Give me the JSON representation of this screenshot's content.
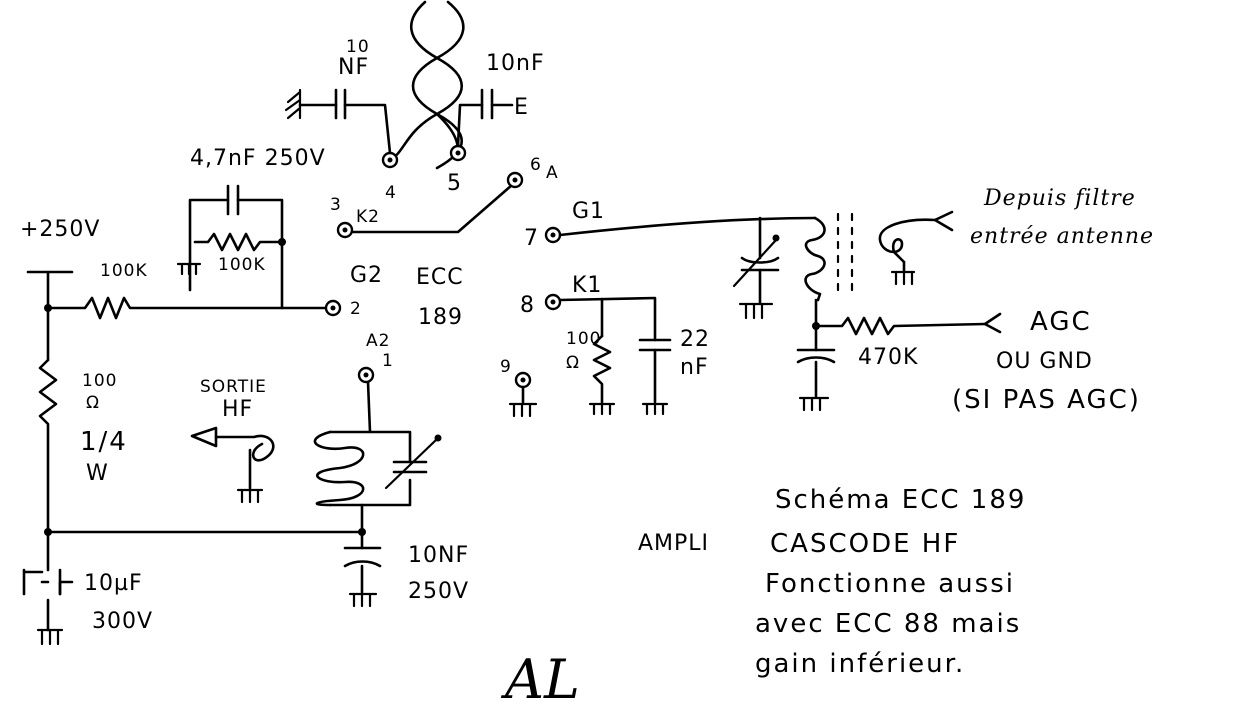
{
  "supply": {
    "voltage": "+250V"
  },
  "resistors": {
    "r_100k_series": "100K",
    "r_100k_feedback": "100K",
    "r_100_value": "100",
    "r_100_unit": "Ω",
    "r_100_power": "1/4",
    "r_100_power_unit": "W",
    "r_cathode_value": "100",
    "r_cathode_unit": "Ω",
    "r_agc": "470K"
  },
  "capacitors": {
    "c_10nf_top_value": "10",
    "c_10nf_top_unit": "NF",
    "c_10nf_right": "10nF",
    "c_47nf": "4,7nF 250V",
    "c_22nf_value": "22",
    "c_22nf_unit": "nF",
    "c_10nf_bottom_value": "10NF",
    "c_10nf_bottom_voltage": "250V",
    "c_10uf_value": "10µF",
    "c_10uf_voltage": "300V"
  },
  "tube": {
    "line1": "ECC",
    "line2": "189"
  },
  "pins": {
    "p1": "A2",
    "p1_num": "1",
    "p2": "G2",
    "p2_num": "2",
    "p3": "K2",
    "p3_num": "3",
    "p4_num": "4",
    "p5_num": "5",
    "p6": "A",
    "p6_num": "6",
    "p7": "G1",
    "p7_num": "7",
    "p8": "K1",
    "p8_num": "8",
    "p9_num": "9"
  },
  "io": {
    "output_line1": "SORTIE",
    "output_line2": "HF",
    "input_line1": "Depuis filtre",
    "input_line2": "entrée antenne",
    "agc_line1": "AGC",
    "agc_line2": "OU GND",
    "agc_line3": "(SI PAS AGC)",
    "ground_e": "E"
  },
  "notes": {
    "line1": "Schéma ECC 189",
    "line2a": "AMPLI",
    "line2b": "CASCODE HF",
    "line3": "Fonctionne aussi",
    "line4": "avec ECC 88 mais",
    "line5": "gain inférieur."
  },
  "signature": "AL"
}
